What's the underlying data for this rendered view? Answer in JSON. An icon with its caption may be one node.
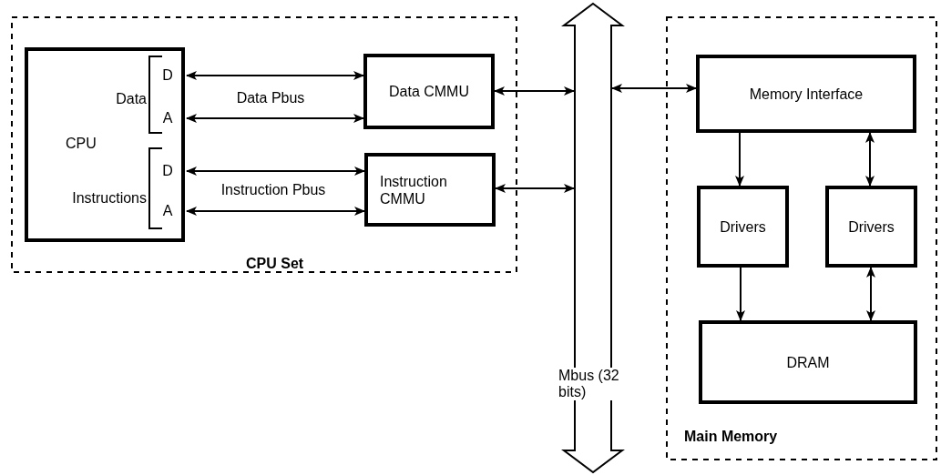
{
  "diagram": {
    "nodes": [
      {
        "text": [
          "CPU Set"
        ]
      },
      {
        "text": [
          "Data",
          "CPU",
          "Instructions"
        ],
        "in": 0
      },
      {
        "text": [
          "D"
        ],
        "in": 1
      },
      {
        "text": [
          "A"
        ],
        "in": 1
      },
      {
        "text": [
          "D"
        ],
        "in": 1
      },
      {
        "text": [
          "A"
        ],
        "in": 1
      },
      {
        "text": [
          "Data CMMU"
        ],
        "in": 0
      },
      {
        "text": [
          "Instruction CMMU"
        ],
        "in": 0
      },
      {
        "text": [
          "Mbus (32 bits)"
        ]
      },
      {
        "text": [
          "Main Memory"
        ]
      },
      {
        "text": [
          "Memory Interface"
        ],
        "in": 9
      },
      {
        "text": [
          "Drivers"
        ],
        "in": 9
      },
      {
        "text": [
          "Drivers"
        ],
        "in": 9
      },
      {
        "text": [
          "DRAM"
        ],
        "in": 9
      }
    ],
    "edges": [
      {
        "from": 2,
        "to": 6,
        "arrow": "both"
      },
      {
        "from": 3,
        "to": 6,
        "arrow": "both"
      },
      {
        "from": 4,
        "to": 7,
        "arrow": "both"
      },
      {
        "from": 5,
        "to": 7,
        "arrow": "both"
      },
      {
        "from": 6,
        "to": 8,
        "arrow": "both"
      },
      {
        "from": 7,
        "to": 8,
        "arrow": "both"
      },
      {
        "from": 8,
        "to": 10,
        "arrow": "both"
      },
      {
        "from": 10,
        "to": 11,
        "arrow": "to"
      },
      {
        "from": 10,
        "to": 12,
        "arrow": "both"
      },
      {
        "from": 11,
        "to": 13,
        "arrow": "to"
      },
      {
        "from": 12,
        "to": 13,
        "arrow": "both"
      }
    ],
    "labels": [
      "Data Pbus",
      "Instruction Pbus"
    ]
  }
}
